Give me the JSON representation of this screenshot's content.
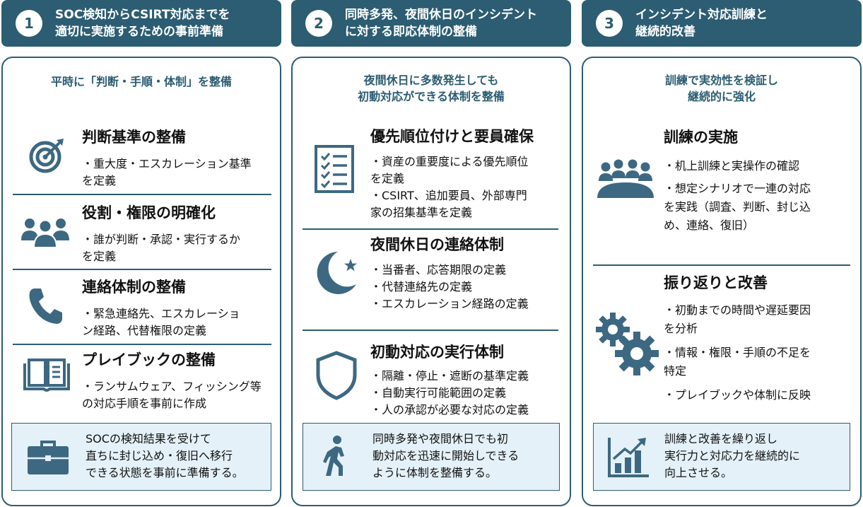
{
  "columns": [
    {
      "number": "1",
      "title_line1": "SOC検知からCSIRT対応までを",
      "title_line2": "適切に実施するための事前準備",
      "subtitle_line1": "平時に「判断・手順・体制」を整備",
      "sections": [
        {
          "title": "判断基準の整備",
          "line1": "・重大度・エスカレーション基準",
          "line2": "を定義",
          "icon": "target-icon"
        },
        {
          "title": "役割・権限の明確化",
          "line1": "・誰が判断・承認・実行するか",
          "line2": "を定義",
          "icon": "team-icon"
        },
        {
          "title": "連絡体制の整備",
          "line1": "・緊急連絡先、エスカレーショ",
          "line2": "ン経路、代替権限の定義",
          "icon": "phone-icon"
        },
        {
          "title": "プレイブックの整備",
          "line1": "・ランサムウェア、フィッシング等",
          "line2": "の対応手順を事前に作成",
          "icon": "playbook-icon"
        }
      ],
      "summary": {
        "line1": "SOCの検知結果を受けて",
        "line2": "直ちに封じ込め・復旧へ移行",
        "line3": "できる状態を事前に準備する。",
        "icon": "briefcase-icon"
      }
    },
    {
      "number": "2",
      "title_line1": "同時多発、夜間休日のインシデント",
      "title_line2": "に対する即応体制の整備",
      "subtitle_line1": "夜間休日に多数発生しても",
      "subtitle_line2": "初動対応ができる体制を整備",
      "sections": [
        {
          "title": "優先順位付けと要員確保",
          "line1": "・資産の重要度による優先順位",
          "line2": "を定義",
          "line3": "・CSIRT、追加要員、外部専門",
          "line4": "家の招集基準を定義",
          "icon": "checklist-icon"
        },
        {
          "title": "夜間休日の連絡体制",
          "line1": "・当番者、応答期限の定義",
          "line2": "・代替連絡先の定義",
          "line3": "・エスカレーション経路の定義",
          "icon": "moon-star-icon"
        },
        {
          "title": "初動対応の実行体制",
          "line1": "・隔離・停止・遮断の基準定義",
          "line2": "・自動実行可能範囲の定義",
          "line3": "・人の承認が必要な対応の定義",
          "icon": "shield-icon"
        }
      ],
      "summary": {
        "line1": "同時多発や夜間休日でも初",
        "line2": "動対応を迅速に開始しできる",
        "line3": "ように体制を整備する。",
        "icon": "walking-person-icon"
      }
    },
    {
      "number": "3",
      "title_line1": "インシデント対応訓練と",
      "title_line2": "継続的改善",
      "subtitle_line1": "訓練で実効性を検証し",
      "subtitle_line2": "継続的に強化",
      "sections": [
        {
          "title": "訓練の実施",
          "line1": "・机上訓練と実操作の確認",
          "line2": "・想定シナリオで一連の対応",
          "line3": "を実践（調査、判断、封じ込",
          "line4": "め、連絡、復旧）",
          "icon": "meeting-icon"
        },
        {
          "title": "振り返りと改善",
          "line1": "・初動までの時間や遅延要因",
          "line2": "を分析",
          "line3": "・情報・権限・手順の不足を",
          "line4": "特定",
          "line5": "・プレイブックや体制に反映",
          "icon": "gears-icon"
        }
      ],
      "summary": {
        "line1": "訓練と改善を繰り返し",
        "line2": "実行力と対応力を継続的に",
        "line3": "向上させる。",
        "icon": "growth-chart-icon"
      }
    }
  ],
  "colors": {
    "primary": "#2c5d72",
    "icon": "#3d6882",
    "summary_bg": "#e4f1f8"
  }
}
